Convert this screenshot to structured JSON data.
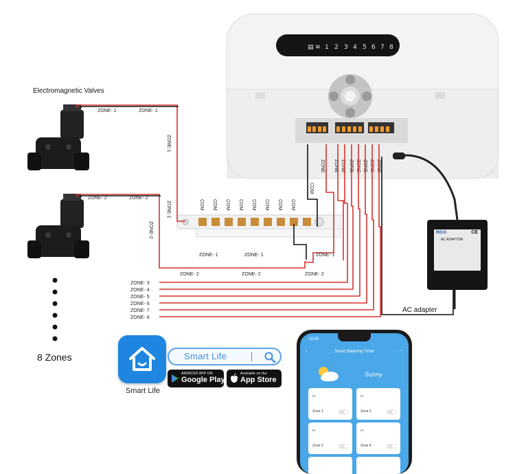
{
  "labels": {
    "valves_title": "Electromagnetic Valves",
    "zones_total": "8 Zones",
    "ac_adapter": "AC adapter",
    "zone1": "ZONE- 1",
    "zone2": "ZONE- 2",
    "zone3": "ZONE- 3",
    "zone4": "ZONE- 4",
    "zone5": "ZONE- 5",
    "zone6": "ZONE- 6",
    "zone7": "ZONE- 7",
    "zone8": "ZONE- 8",
    "com": "COM",
    "zone_v1": "ZONE-1",
    "zone_v2": "ZONE-2"
  },
  "controller": {
    "led_numbers": [
      "1",
      "2",
      "3",
      "4",
      "5",
      "6",
      "7",
      "8"
    ],
    "terminal_labels": [
      "ZONE",
      "ZONE",
      "ZONE",
      "ZONE",
      "ZONE",
      "ZONE",
      "ZONE",
      "ZONE",
      "COM"
    ]
  },
  "app": {
    "name": "Smart Life",
    "search_text": "Smart Life",
    "google_small": "ANDROID APP ON",
    "google_name": "Google Play",
    "apple_small": "Available on the",
    "apple_name": "App Store"
  },
  "phone": {
    "time": "18:33",
    "title": "Smart Watering Timer",
    "weather": "Sunny",
    "tiles": [
      "Zone 1",
      "Zone 2",
      "Zone 3",
      "Zone 4"
    ]
  },
  "adaptor": {
    "brand": "RICO",
    "ce": "CE",
    "type": "AC ADAPTOR"
  },
  "colors": {
    "wire_red": "#d6322d",
    "wire_black": "#111111",
    "app_blue": "#1e86e0",
    "screen_blue": "#4aa7e8"
  }
}
